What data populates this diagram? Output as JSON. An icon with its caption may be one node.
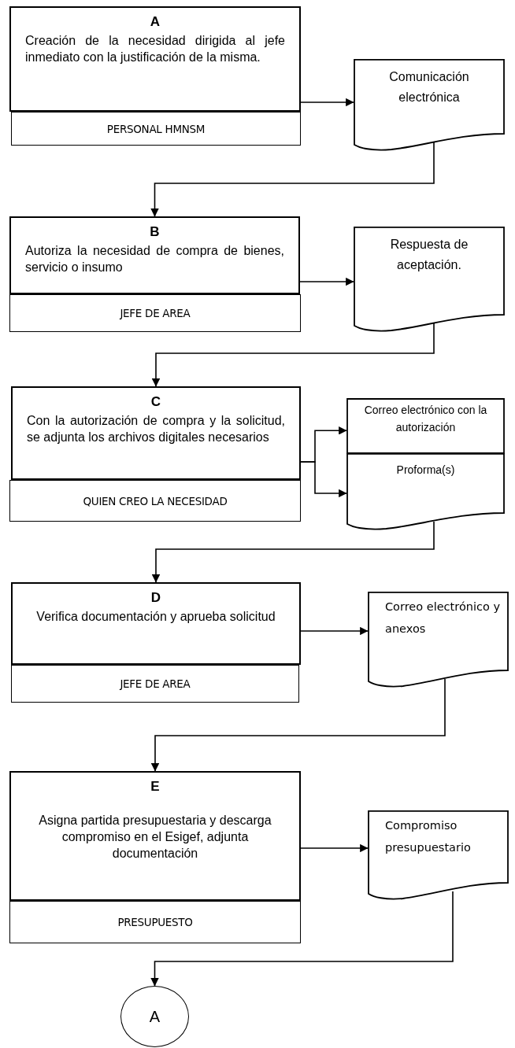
{
  "diagram": {
    "nodes": [
      {
        "text": [
          "A",
          "Creación de la necesidad dirigida al jefe inmediato con la justificación de la misma."
        ]
      },
      {
        "text": [
          "PERSONAL HMNSM"
        ]
      },
      {
        "text": [
          "Comunicación electrónica"
        ]
      },
      {
        "text": [
          "B",
          "Autoriza la necesidad de compra de bienes, servicio o insumo"
        ]
      },
      {
        "text": [
          "JEFE DE AREA"
        ]
      },
      {
        "text": [
          "Respuesta de aceptación."
        ]
      },
      {
        "text": [
          "C",
          "Con la autorización de compra y la solicitud, se adjunta los archivos digitales necesarios"
        ]
      },
      {
        "text": [
          "QUIEN CREO LA NECESIDAD"
        ]
      },
      {
        "text": [
          "Correo electrónico con la autorización"
        ]
      },
      {
        "text": [
          "Proforma(s)"
        ]
      },
      {
        "text": [
          "D",
          "Verifica documentación y aprueba solicitud"
        ]
      },
      {
        "text": [
          "JEFE DE AREA"
        ]
      },
      {
        "text": [
          "Correo electrónico y anexos"
        ]
      },
      {
        "text": [
          "E",
          "Asigna partida presupuestaria y descarga compromiso en el Esigef, adjunta documentación"
        ]
      },
      {
        "text": [
          "PRESUPUESTO"
        ]
      },
      {
        "text": [
          "Compromiso presupuestario"
        ]
      },
      {
        "text": [
          "A"
        ]
      }
    ],
    "edges": [
      {
        "from": 0,
        "to": 2,
        "arrow": "to"
      },
      {
        "from": 2,
        "to": 3,
        "arrow": "to"
      },
      {
        "from": 3,
        "to": 5,
        "arrow": "to"
      },
      {
        "from": 5,
        "to": 6,
        "arrow": "to"
      },
      {
        "from": 6,
        "to": 8,
        "arrow": "to"
      },
      {
        "from": 6,
        "to": 9,
        "arrow": "to"
      },
      {
        "from": 9,
        "to": 10,
        "arrow": "to"
      },
      {
        "from": 10,
        "to": 12,
        "arrow": "to"
      },
      {
        "from": 12,
        "to": 13,
        "arrow": "to"
      },
      {
        "from": 13,
        "to": 15,
        "arrow": "to"
      },
      {
        "from": 15,
        "to": 16,
        "arrow": "to"
      }
    ]
  }
}
